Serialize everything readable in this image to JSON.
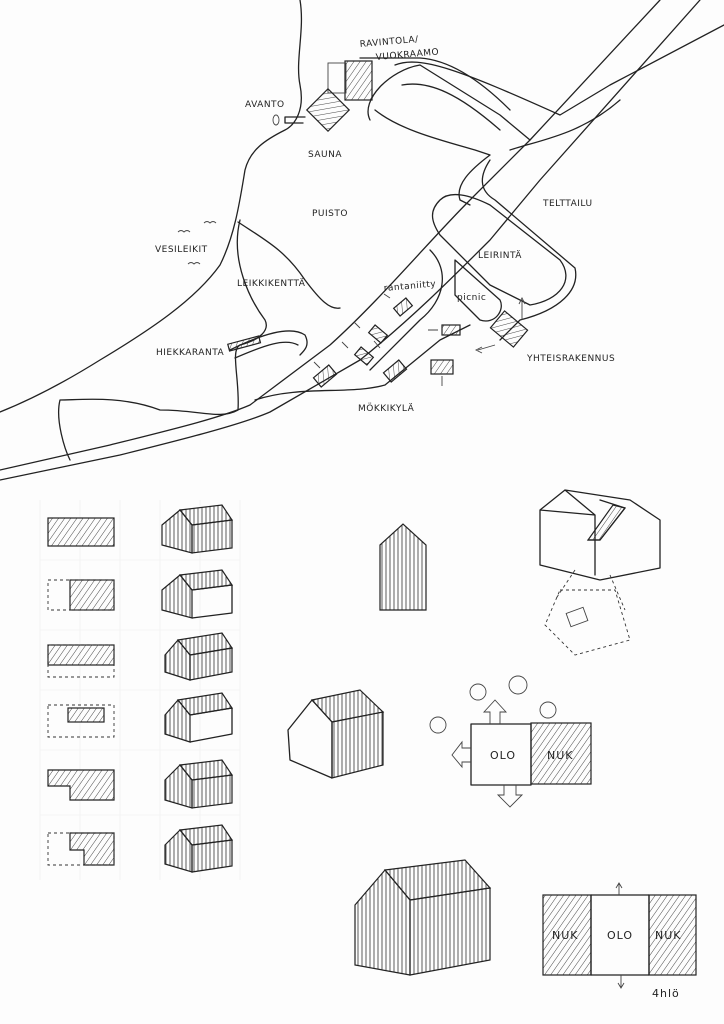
{
  "map": {
    "labels": {
      "ravintola": "RAVINTOLA/",
      "vuokraamo": "VUOKRAAMO",
      "avanto": "AVANTO",
      "sauna": "SAUNA",
      "puisto": "PUISTO",
      "telttailu": "TELTTAILU",
      "leirinta": "LEIRINTÄ",
      "vesileikit": "VESILEIKIT",
      "leikkikentta": "LEIKKIKENTTÄ",
      "rantaniitty": "rantaniitty",
      "picnic": "picnic",
      "hiekkaranta": "HIEKKARANTA",
      "yhteisrakennus": "YHTEISRAKENNUS",
      "mokkikyla": "MÖKKIKYLÄ"
    }
  },
  "plans": {
    "plan1": {
      "living": "OLO",
      "sleeping": "NUK"
    },
    "plan2": {
      "sleeping_left": "NUK",
      "living": "OLO",
      "sleeping_right": "NUK",
      "capacity": "4hlö"
    }
  }
}
